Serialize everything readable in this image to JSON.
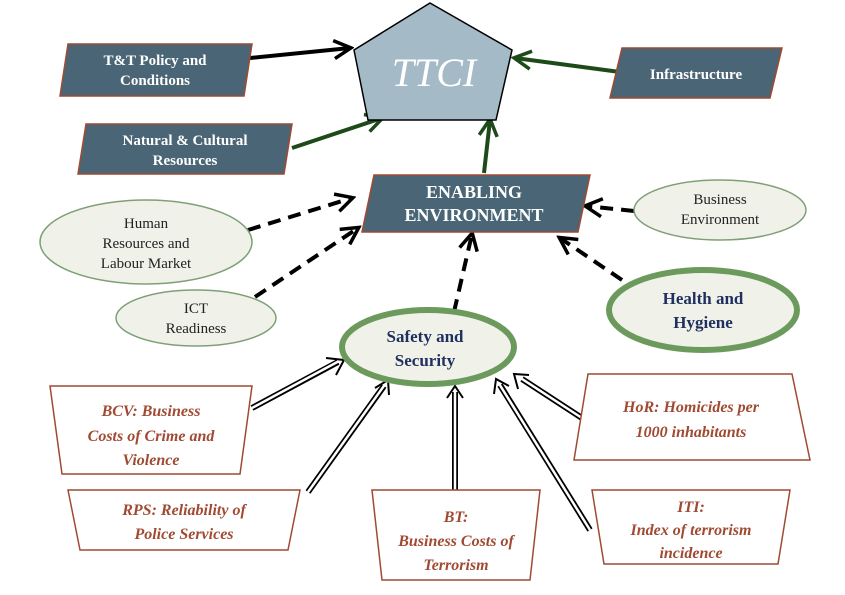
{
  "colors": {
    "dark_box_fill": "#4a6575",
    "dark_box_edge": "#a04a32",
    "pentagon_fill": "#a4bac6",
    "green_arrow": "#1e4a1a",
    "oval_fill": "#f0f2ea",
    "oval_edge": "#7fa076",
    "thick_oval_edge": "#6c9a5c",
    "brown_text": "#a04a32",
    "navy_text": "#1f2f5e"
  },
  "ttci": {
    "label": "TTCI"
  },
  "pillars": {
    "tt_policy": [
      "T&T Policy and",
      "Conditions"
    ],
    "infrastructure": [
      "Infrastructure"
    ],
    "natural_cultural": [
      "Natural & Cultural",
      "Resources"
    ]
  },
  "enabling": {
    "lines": [
      "ENABLING",
      "ENVIRONMENT"
    ]
  },
  "factors": {
    "human_resources": [
      "Human",
      "Resources and",
      "Labour Market"
    ],
    "ict": [
      "ICT",
      "Readiness"
    ],
    "business_env": [
      "Business",
      "Environment"
    ],
    "health": [
      "Health and",
      "Hygiene"
    ],
    "safety": [
      "Safety and",
      "Security"
    ]
  },
  "indicators": {
    "bcv": [
      "BCV: Business",
      "Costs of Crime and",
      "Violence"
    ],
    "rps": [
      "RPS: Reliability of",
      "Police Services"
    ],
    "bt": [
      "BT:",
      "Business Costs of",
      "Terrorism"
    ],
    "iti": [
      "ITI:",
      "Index of terrorism",
      "incidence"
    ],
    "hor": [
      "HoR: Homicides per",
      "1000 inhabitants"
    ]
  }
}
